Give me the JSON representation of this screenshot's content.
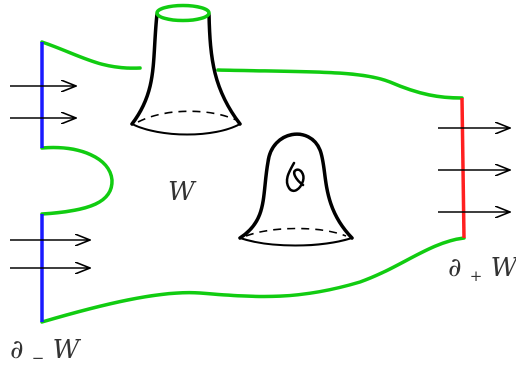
{
  "labels": {
    "interior": "W",
    "incoming_boundary": "∂₋W",
    "incoming_base": "∂",
    "incoming_subscript": "−",
    "incoming_suffix": "W",
    "outgoing_base": "∂",
    "outgoing_subscript": "+",
    "outgoing_suffix": "W"
  },
  "colors": {
    "side_boundary": "#11cc11",
    "incoming_boundary": "#1a1aff",
    "outgoing_boundary": "#ff2020",
    "handle_outline": "#000000",
    "arrows": "#000000",
    "label_text": "#333333"
  },
  "icons": {
    "flow_arrow": "right-arrow-icon",
    "twist_mark": "knot-crossing-icon"
  }
}
